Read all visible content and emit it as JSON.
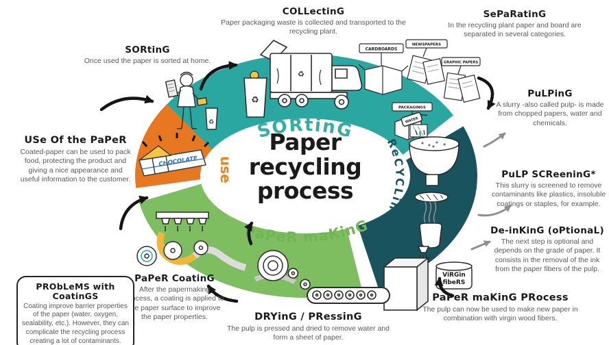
{
  "center_title": "Paper\nrecycling\nprocess",
  "ring_labels": {
    "sorting": "SORtinG",
    "recycling": "ReCYCLinG",
    "paper_making": "PaPeR maKinG",
    "use": "use"
  },
  "annotations": {
    "sorting": {
      "heading": "SORtinG",
      "body": "Once used the paper is sorted at home."
    },
    "collecting": {
      "heading": "COLLectinG",
      "body": "Paper packaging waste is collected and transported to the recycling plant."
    },
    "separating": {
      "heading": "SePaRatinG",
      "body": "In the recycling plant paper and board are separated in several categories."
    },
    "pulping": {
      "heading": "PuLPinG",
      "body": "A slurry -also called pulp- is made from chopped papers, water and chemicals."
    },
    "pulp_screening": {
      "heading": "PuLP SCReeninG*",
      "body": "This slurry is screened to remove contaminants like plastics, insoluble coatings or staples, for example."
    },
    "de_inking": {
      "heading": "De-inKinG (oPtionaL)",
      "body": "The next step is optional and depends on the grade of paper. It consists in the removal of the ink from the paper fibers of the pulp."
    },
    "paper_making_process": {
      "heading": "PaPeR maKinG PRocess",
      "body": "The pulp can now be used to make new paper in combination with virgin wood fibers."
    },
    "drying_pressing": {
      "heading": "DRYinG / PRessinG",
      "body": "The pulp is pressed and dried to remove water and form a sheet of paper."
    },
    "paper_coating": {
      "heading": "PaPeR CoatinG",
      "body": "After the papermaking process, a coating is applied to the paper surface to improve the paper properties."
    },
    "problems_with_coatings": {
      "heading": "PRObLeMS with CoatinGS",
      "body": "Coating improve barrier properties of the paper (water, oxygen, sealability, etc.). However, they can complicate the recycling process creating a lot of contaminants."
    },
    "use_of_the_paper": {
      "heading": "USe Of the PaPeR",
      "body": "Coated-paper can be used to pack food, protecting the product and giving a nice appearance and useful information to the customer."
    }
  },
  "illustration_labels": {
    "cardboards": "CARDBOARDS",
    "newspapers": "NEWSPAPERS",
    "graphic_papers": "GRAPHIC PAPERS",
    "packagings": "PACKAGINGS",
    "water": "WATER",
    "virgin_fibers_line1": "ViRGin",
    "virgin_fibers_line2": "fibeRS",
    "chocolate": "CHOCOLATE"
  },
  "colors": {
    "teal": "#2AA7A1",
    "dark_teal": "#19535E",
    "green": "#7EBE60",
    "orange": "#E87722",
    "label_teal": "#35ADA7",
    "label_green": "#6FB655",
    "heading_text": "#1A1A1A",
    "body_text": "#58595B"
  }
}
